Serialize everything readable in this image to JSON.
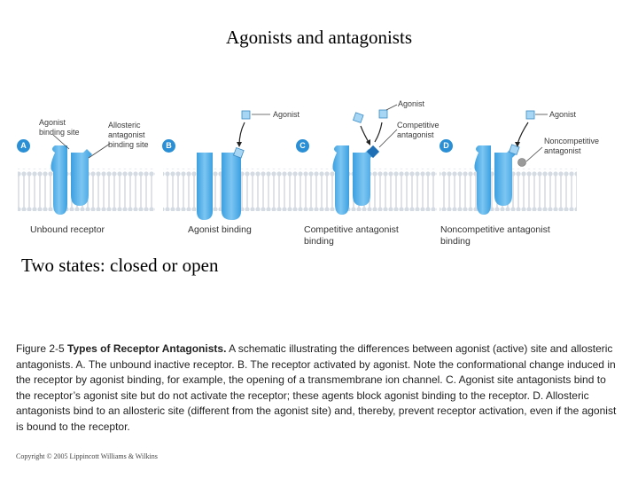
{
  "title": "Agonists and antagonists",
  "subtitle": "Two states: closed or open",
  "panels": [
    {
      "badge": "A",
      "caption": "Unbound receptor",
      "labels": [
        "Agonist binding site",
        "Allosteric antagonist binding site"
      ]
    },
    {
      "badge": "B",
      "caption": "Agonist binding",
      "labels": [
        "Agonist"
      ]
    },
    {
      "badge": "C",
      "caption": "Competitive antagonist binding",
      "labels": [
        "Agonist",
        "Competitive antagonist"
      ]
    },
    {
      "badge": "D",
      "caption": "Noncompetitive antagonist binding",
      "labels": [
        "Agonist",
        "Noncompetitive antagonist"
      ]
    }
  ],
  "figure_caption": {
    "number": "Figure 2-5",
    "heading": "Types of Receptor Antagonists.",
    "text": "A schematic illustrating the differences between agonist (active) site and allosteric antagonists. A. The unbound inactive receptor. B. The receptor activated by agonist. Note the conformational change induced in the receptor by agonist binding, for example, the opening of a transmembrane ion channel. C. Agonist site antagonists bind to the receptor’s agonist site but do not activate the receptor; these agents block agonist binding to the receptor. D. Allosteric antagonists bind to an allosteric site (different from the agonist site) and, thereby, prevent receptor activation, even if the agonist is bound to the receptor."
  },
  "copyright": "Copyright © 2005 Lippincott Williams & Wilkins"
}
